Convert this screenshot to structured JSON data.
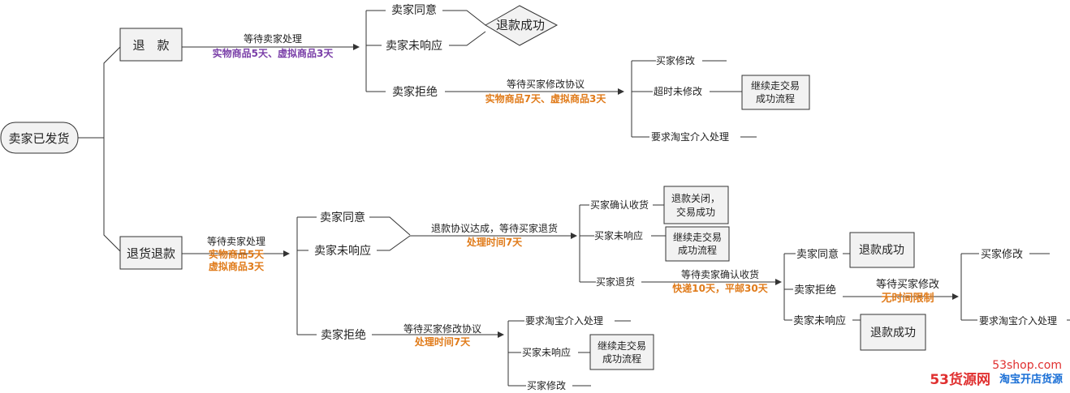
{
  "colors": {
    "purple": "#7a3fa8",
    "orange": "#e07b1a",
    "brand_red": "#e03030",
    "brand_blue": "#1a6fd6"
  },
  "root": {
    "label": "卖家已发货"
  },
  "refund": {
    "label": "退　款",
    "wait": "等待卖家处理",
    "limit": "实物商品5天、虚拟商品3天",
    "agree": "卖家同意",
    "noresp": "卖家未响应",
    "success": "退款成功",
    "reject": "卖家拒绝",
    "buyer_wait": "等待买家修改协议",
    "buyer_limit": "实物商品7天、虚拟商品3天",
    "modify": "买家修改",
    "timeout": "超时未修改",
    "continue": [
      "继续走交易",
      "成功流程"
    ],
    "intervene": "要求淘宝介入处理"
  },
  "return_refund": {
    "label": "退货退款",
    "wait": "等待卖家处理",
    "limit1": "实物商品5天",
    "limit2": "虚拟商品3天",
    "agree": "卖家同意",
    "noresp": "卖家未响应",
    "reject": "卖家拒绝",
    "agreement": "退款协议达成，等待买家退货",
    "agreement_limit": "处理时间7天",
    "confirm": "买家确认收货",
    "closed": [
      "退款关闭，",
      "交易成功"
    ],
    "buyer_noresp": "买家未响应",
    "continue": [
      "继续走交易",
      "成功流程"
    ],
    "return_goods": "买家退货",
    "wait_confirm": "等待卖家确认收货",
    "express_limit": "快递10天，平邮30天",
    "s_agree": "卖家同意",
    "s_success": "退款成功",
    "s_reject": "卖家拒绝",
    "s_buyer_wait": "等待买家修改",
    "s_no_limit": "无时间限制",
    "s_noresp": "卖家未响应",
    "s_success2": "退款成功",
    "f_modify": "买家修改",
    "f_intervene": "要求淘宝介入处理",
    "r_wait": "等待买家修改协议",
    "r_limit": "处理时间7天",
    "r_intervene": "要求淘宝介入处理",
    "r_noresp": "买家未响应",
    "r_continue": [
      "继续走交易",
      "成功流程"
    ],
    "r_modify": "买家修改"
  },
  "brand": {
    "site": "53shop.com",
    "logo": "53货源网",
    "slogan": "淘宝开店货源"
  }
}
